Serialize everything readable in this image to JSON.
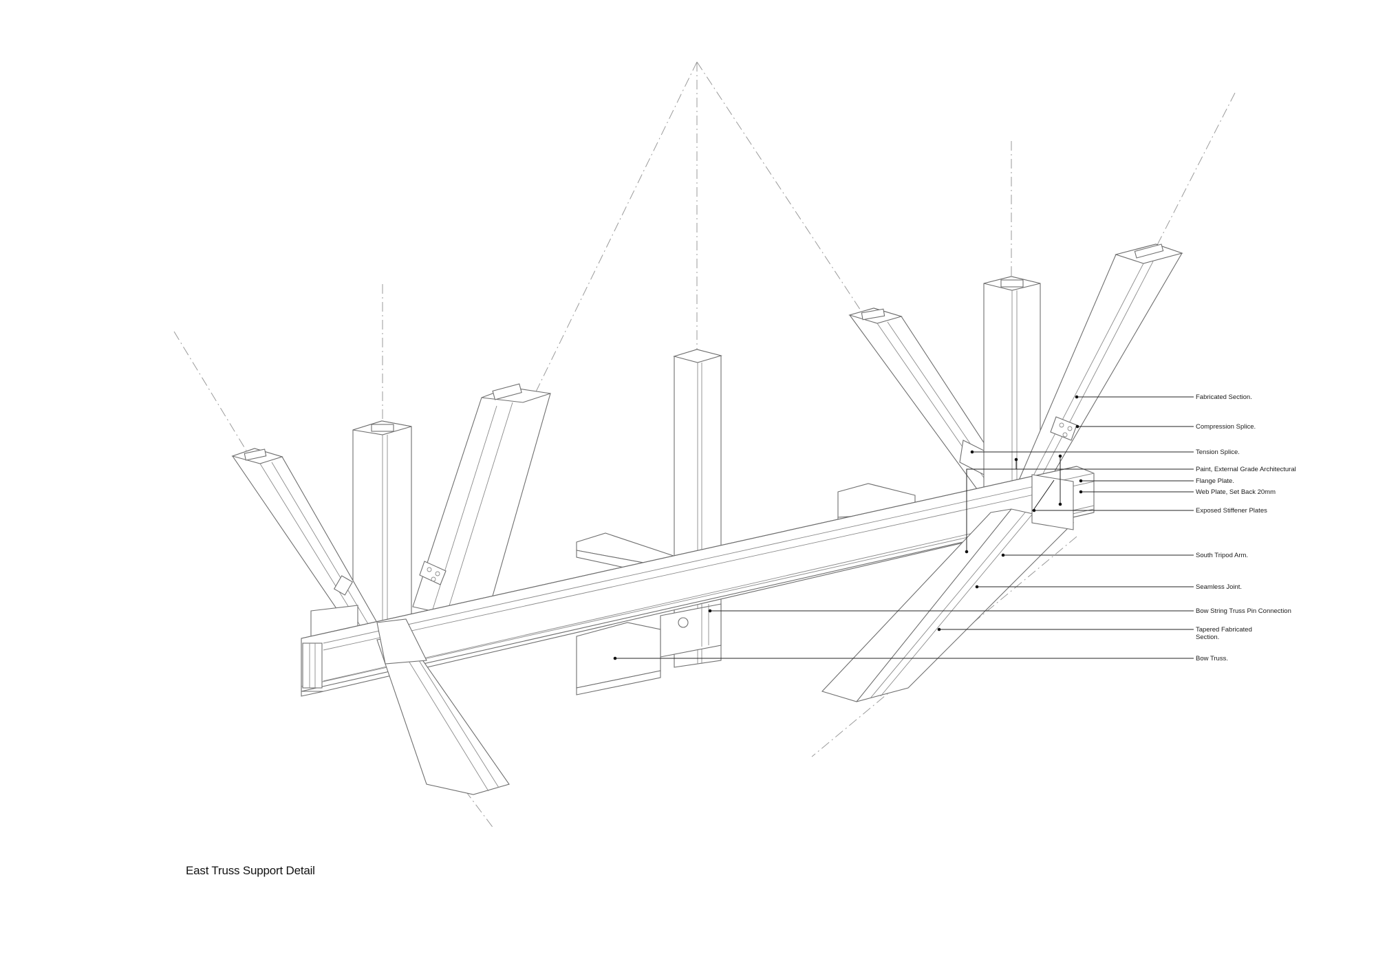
{
  "drawing": {
    "title": "East Truss Support Detail",
    "labels": [
      {
        "id": "fabricated-section",
        "lines": [
          "Fabricated Section."
        ]
      },
      {
        "id": "compression-splice",
        "lines": [
          "Compression Splice."
        ]
      },
      {
        "id": "tension-splice",
        "lines": [
          "Tension Splice."
        ]
      },
      {
        "id": "paint",
        "lines": [
          "Paint, External Grade Architectural"
        ]
      },
      {
        "id": "flange-plate",
        "lines": [
          "Flange Plate."
        ]
      },
      {
        "id": "web-plate",
        "lines": [
          "Web Plate, Set Back 20mm"
        ]
      },
      {
        "id": "stiffener-plates",
        "lines": [
          "Exposed Stiffener Plates"
        ]
      },
      {
        "id": "south-tripod-arm",
        "lines": [
          "South Tripod Arm."
        ]
      },
      {
        "id": "seamless-joint",
        "lines": [
          "Seamless Joint."
        ]
      },
      {
        "id": "pin-connection",
        "lines": [
          "Bow String Truss Pin Connection"
        ]
      },
      {
        "id": "tapered-section",
        "lines": [
          "Tapered Fabricated",
          "Section."
        ]
      },
      {
        "id": "bow-truss",
        "lines": [
          "Bow Truss."
        ]
      }
    ]
  }
}
